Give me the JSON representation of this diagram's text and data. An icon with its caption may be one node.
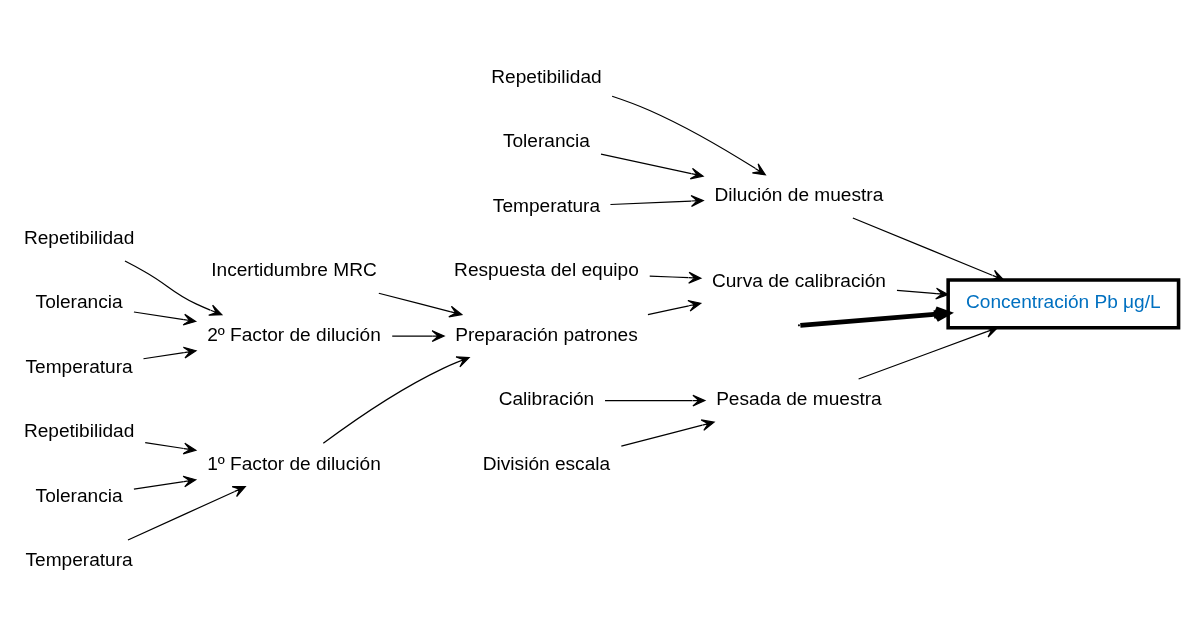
{
  "diagram": {
    "nodes": [
      {
        "text": [
          "Pesada de muestra"
        ]
      },
      {
        "text": [
          "Calibración"
        ]
      },
      {
        "text": [
          "División escala"
        ]
      },
      {
        "text": [
          "Dilución de muestra"
        ]
      },
      {
        "text": [
          "Repetibilidad"
        ]
      },
      {
        "text": [
          "Tolerancia"
        ]
      },
      {
        "text": [
          "Temperatura"
        ]
      },
      {
        "text": [
          "Concentración Pb μg/L"
        ]
      },
      {
        "text": [
          "Respuesta del equipo"
        ]
      },
      {
        "text": [
          "Curva de calibración"
        ]
      },
      {
        "text": [
          "Incertidumbre MRC"
        ]
      },
      {
        "text": [
          "Preparación patrones"
        ]
      },
      {
        "text": [
          "Repetibilidad"
        ]
      },
      {
        "text": [
          "Tolerancia"
        ]
      },
      {
        "text": [
          "Temperatura"
        ]
      },
      {
        "text": [
          "2º Factor de dilución"
        ]
      },
      {
        "text": [
          "Repetibilidad"
        ]
      },
      {
        "text": [
          "Tolerancia"
        ]
      },
      {
        "text": [
          "Temperatura"
        ]
      },
      {
        "text": [
          "1º Factor de dilución"
        ]
      }
    ],
    "edges": [
      {
        "from": null,
        "to": 7,
        "arrow": "to",
        "style": "thick"
      },
      {
        "from": 0,
        "to": 7,
        "arrow": "to"
      },
      {
        "from": 1,
        "to": 0,
        "arrow": "to"
      },
      {
        "from": 2,
        "to": 0,
        "arrow": "to"
      },
      {
        "from": 3,
        "to": 7,
        "arrow": "to"
      },
      {
        "from": 4,
        "to": 3,
        "arrow": "to"
      },
      {
        "from": 5,
        "to": 3,
        "arrow": "to"
      },
      {
        "from": 6,
        "to": 3,
        "arrow": "to"
      },
      {
        "from": 9,
        "to": 7,
        "arrow": "to"
      },
      {
        "from": 8,
        "to": 9,
        "arrow": "to"
      },
      {
        "from": 11,
        "to": 9,
        "arrow": "to"
      },
      {
        "from": 10,
        "to": 11,
        "arrow": "to"
      },
      {
        "from": 15,
        "to": 11,
        "arrow": "to"
      },
      {
        "from": 12,
        "to": 15,
        "arrow": "to"
      },
      {
        "from": 13,
        "to": 15,
        "arrow": "to"
      },
      {
        "from": 14,
        "to": 15,
        "arrow": "to"
      },
      {
        "from": 19,
        "to": 11,
        "arrow": "to"
      },
      {
        "from": 16,
        "to": 19,
        "arrow": "to"
      },
      {
        "from": 17,
        "to": 19,
        "arrow": "to"
      },
      {
        "from": 18,
        "to": 19,
        "arrow": "to"
      }
    ]
  }
}
